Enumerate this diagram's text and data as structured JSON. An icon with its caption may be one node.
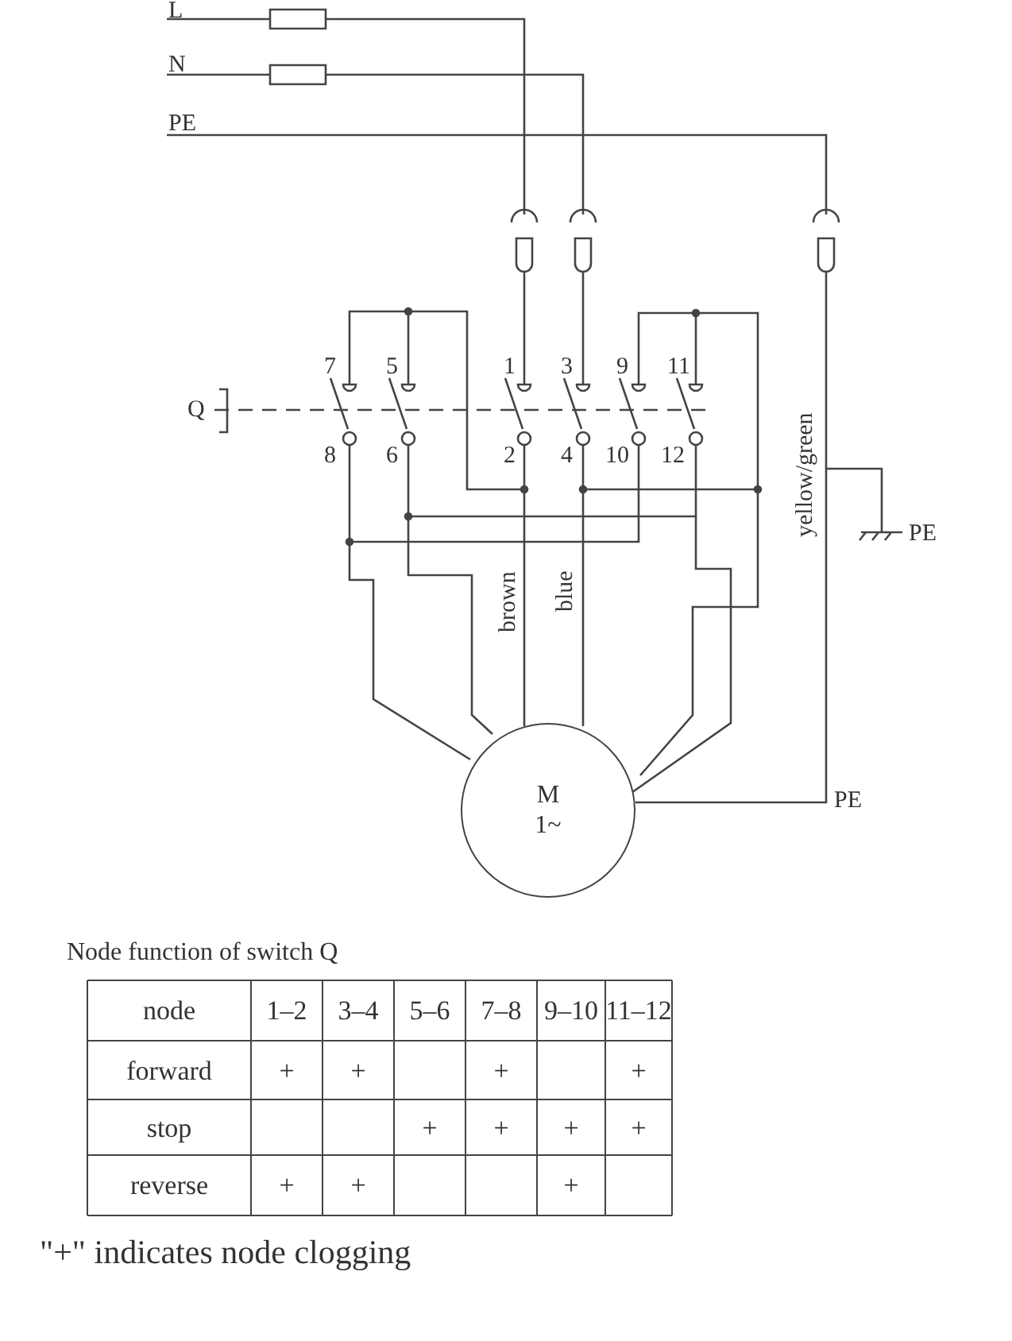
{
  "diagram": {
    "caption": "\"+\" indicates node clogging",
    "nodes": [
      {
        "text": [
          "M",
          "1~"
        ]
      }
    ],
    "labels": [
      "L",
      "N",
      "PE",
      "7",
      "5",
      "1",
      "3",
      "9",
      "11",
      "Q",
      "8",
      "6",
      "2",
      "4",
      "10",
      "12",
      "yellow/green",
      "PE",
      "brown",
      "blue",
      "PE",
      "Node function of switch Q",
      "node",
      "1–2",
      "3–4",
      "5–6",
      "7–8",
      "9–10",
      "11–12",
      "forward",
      "+",
      "+",
      "+",
      "+",
      "stop",
      "+",
      "+",
      "+",
      "+",
      "reverse",
      "+",
      "+",
      "+"
    ]
  }
}
